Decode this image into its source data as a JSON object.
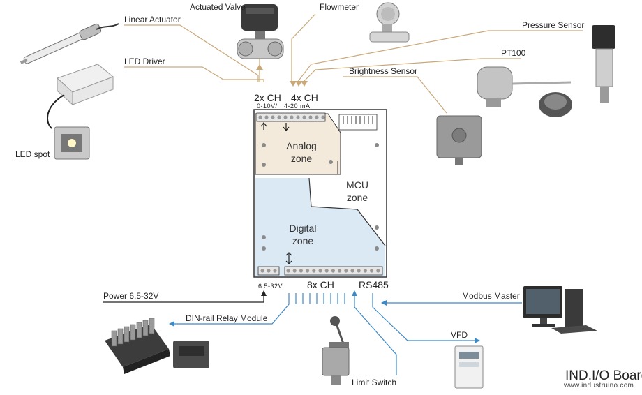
{
  "labels": {
    "linear_actuator": "Linear Actuator",
    "actuated_valve": "Actuated Valve",
    "flowmeter": "Flowmeter",
    "pressure_sensor": "Pressure Sensor",
    "pt100": "PT100",
    "brightness_sensor": "Brightness Sensor",
    "led_driver": "LED Driver",
    "led_spot": "LED spot",
    "power": "Power 6.5-32V",
    "din_relay": "DIN-rail Relay Module",
    "limit_switch": "Limit Switch",
    "vfd": "VFD",
    "modbus_master": "Modbus Master"
  },
  "board": {
    "analog_out_ch": "2x CH",
    "analog_out_range": "0-10V/",
    "analog_in_ch": "4x CH",
    "analog_in_range": "4-20 mA",
    "analog_zone_line1": "Analog",
    "analog_zone_line2": "zone",
    "mcu_zone_line1": "MCU",
    "mcu_zone_line2": "zone",
    "digital_zone_line1": "Digital",
    "digital_zone_line2": "zone",
    "power_range": "6.5-32V",
    "digital_ch": "8x CH",
    "rs485": "RS485"
  },
  "brand": {
    "name": "IND.I/O Board",
    "url": "www.industruino.com"
  },
  "colors": {
    "analog_zone": "#f3eadb",
    "digital_zone": "#dbe9f5",
    "analog_wire": "#c9a97a",
    "digital_wire": "#3e88c4"
  }
}
